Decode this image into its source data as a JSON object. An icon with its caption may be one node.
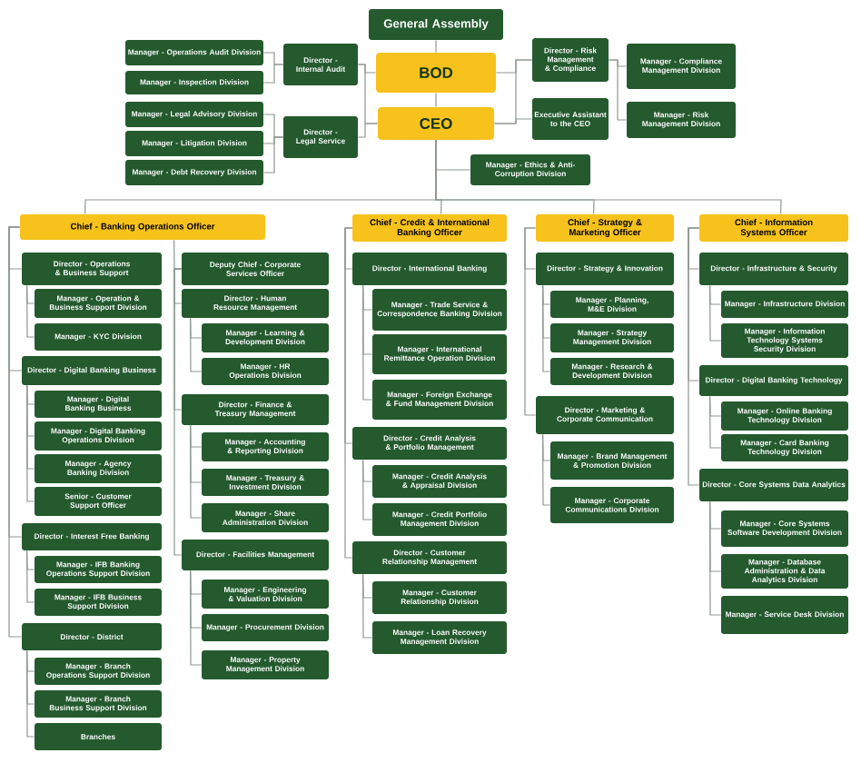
{
  "diagram": {
    "nodes": [
      {
        "text": [
          "General Assembly"
        ]
      },
      {
        "text": [
          "Manager - Operations Audit Division"
        ]
      },
      {
        "text": [
          "Director - Internal Audit"
        ]
      },
      {
        "text": [
          "BOD"
        ]
      },
      {
        "text": [
          "Director - Risk Management & Compliance"
        ]
      },
      {
        "text": [
          "Manager - Compliance Management Division"
        ]
      },
      {
        "text": [
          "Manager - Inspection Division"
        ]
      },
      {
        "text": [
          "CEO"
        ]
      },
      {
        "text": [
          "Manager - Legal Advisory Division"
        ]
      },
      {
        "text": [
          "Director - Legal Service"
        ]
      },
      {
        "text": [
          "Executive Assistant to the CEO"
        ]
      },
      {
        "text": [
          "Manager - Risk Management Division"
        ]
      },
      {
        "text": [
          "Manager - Litigation Division"
        ]
      },
      {
        "text": [
          "Manager - Debt Recovery Division"
        ]
      },
      {
        "text": [
          "Manager - Ethics & Anti-Corruption Division"
        ]
      },
      {
        "text": [
          "Chief - Banking Operations Officer"
        ]
      },
      {
        "text": [
          "Chief - Credit & International Banking Officer"
        ]
      },
      {
        "text": [
          "Chief - Strategy & Marketing Officer"
        ]
      },
      {
        "text": [
          "Chief - Information Systems Officer"
        ]
      },
      {
        "text": [
          "Director - Operations & Business Support"
        ]
      },
      {
        "text": [
          "Manager - Operation & Business Support Division"
        ]
      },
      {
        "text": [
          "Manager - KYC Division"
        ]
      },
      {
        "text": [
          "Director - Digital Banking Business"
        ]
      },
      {
        "text": [
          "Manager - Digital Banking Business"
        ]
      },
      {
        "text": [
          "Manager - Digital Banking Operations Division"
        ]
      },
      {
        "text": [
          "Manager - Agency Banking Division"
        ]
      },
      {
        "text": [
          "Senior - Customer Support Officer"
        ]
      },
      {
        "text": [
          "Director - Interest Free Banking"
        ]
      },
      {
        "text": [
          "Manager - IFB Banking Operations Support Division"
        ]
      },
      {
        "text": [
          "Manager - IFB Business Support Division"
        ]
      },
      {
        "text": [
          "Director - District"
        ]
      },
      {
        "text": [
          "Manager - Branch Operations Support Division"
        ]
      },
      {
        "text": [
          "Manager - Branch Business Support Division"
        ]
      },
      {
        "text": [
          "Branches"
        ]
      },
      {
        "text": [
          "Deputy Chief - Corporate Services Officer"
        ]
      },
      {
        "text": [
          "Director - Human Resource Management"
        ]
      },
      {
        "text": [
          "Manager - Learning & Development Division"
        ]
      },
      {
        "text": [
          "Manager - HR Operations Division"
        ]
      },
      {
        "text": [
          "Director - Finance & Treasury Management"
        ]
      },
      {
        "text": [
          "Manager - Accounting & Reporting Division"
        ]
      },
      {
        "text": [
          "Manager - Treasury & Investment Division"
        ]
      },
      {
        "text": [
          "Manager - Share Administration Division"
        ]
      },
      {
        "text": [
          "Director - Facilities Management"
        ]
      },
      {
        "text": [
          "Manager - Engineering & Valuation Division"
        ]
      },
      {
        "text": [
          "Manager - Procurement Division"
        ]
      },
      {
        "text": [
          "Manager - Property Management Division"
        ]
      },
      {
        "text": [
          "Director - International Banking"
        ]
      },
      {
        "text": [
          "Manager - Trade Service & Correspondence Banking Division"
        ]
      },
      {
        "text": [
          "Manager - International Remittance Operation Division"
        ]
      },
      {
        "text": [
          "Manager - Foreign Exchange & Fund Management Division"
        ]
      },
      {
        "text": [
          "Director - Credit Analysis & Portfolio Management"
        ]
      },
      {
        "text": [
          "Manager - Credit Analysis & Appraisal Division"
        ]
      },
      {
        "text": [
          "Manager - Credit Portfolio Management Division"
        ]
      },
      {
        "text": [
          "Director - Customer Relationship Management"
        ]
      },
      {
        "text": [
          "Manager - Customer Relationship Division"
        ]
      },
      {
        "text": [
          "Manager - Loan Recovery Management Division"
        ]
      },
      {
        "text": [
          "Director - Strategy & Innovation"
        ]
      },
      {
        "text": [
          "Manager - Planning, M&E Division"
        ]
      },
      {
        "text": [
          "Manager - Strategy Management Division"
        ]
      },
      {
        "text": [
          "Manager - Research & Development Division"
        ]
      },
      {
        "text": [
          "Director - Marketing & Corporate Communication"
        ]
      },
      {
        "text": [
          "Manager - Brand Management & Promotion Division"
        ]
      },
      {
        "text": [
          "Manager - Corporate Communications Division"
        ]
      },
      {
        "text": [
          "Director - Infrastructure & Security"
        ]
      },
      {
        "text": [
          "Manager - Infrastructure Division"
        ]
      },
      {
        "text": [
          "Manager - Information Technology Systems Security Division"
        ]
      },
      {
        "text": [
          "Director - Digital Banking Technology"
        ]
      },
      {
        "text": [
          "Manager - Online Banking Technology Division"
        ]
      },
      {
        "text": [
          "Manager - Card Banking Technology Division"
        ]
      },
      {
        "text": [
          "Director - Core Systems Data Analytics"
        ]
      },
      {
        "text": [
          "Manager - Core Systems Software Development Division"
        ]
      },
      {
        "text": [
          "Manager - Database Administration & Data Analytics Division"
        ]
      },
      {
        "text": [
          "Manager - Service Desk Division"
        ]
      }
    ],
    "edges": [
      {
        "from": 0,
        "to": 3,
        "arrow": "none"
      },
      {
        "from": 3,
        "to": 7,
        "arrow": "none"
      },
      {
        "from": 3,
        "to": 2,
        "arrow": "none"
      },
      {
        "from": 7,
        "to": 2,
        "arrow": "none"
      },
      {
        "from": 2,
        "to": 1,
        "arrow": "none"
      },
      {
        "from": 2,
        "to": 6,
        "arrow": "none"
      },
      {
        "from": 3,
        "to": 4,
        "arrow": "none"
      },
      {
        "from": 7,
        "to": 4,
        "arrow": "none"
      },
      {
        "from": 4,
        "to": 5,
        "arrow": "none"
      },
      {
        "from": 4,
        "to": 11,
        "arrow": "none"
      },
      {
        "from": 7,
        "to": 10,
        "arrow": "none"
      },
      {
        "from": 7,
        "to": 9,
        "arrow": "none"
      },
      {
        "from": 9,
        "to": 8,
        "arrow": "none"
      },
      {
        "from": 9,
        "to": 12,
        "arrow": "none"
      },
      {
        "from": 9,
        "to": 13,
        "arrow": "none"
      },
      {
        "from": 7,
        "to": 14,
        "arrow": "none"
      },
      {
        "from": 7,
        "to": 15,
        "arrow": "none"
      },
      {
        "from": 7,
        "to": 16,
        "arrow": "none"
      },
      {
        "from": 7,
        "to": 17,
        "arrow": "none"
      },
      {
        "from": 7,
        "to": 18,
        "arrow": "none"
      },
      {
        "from": 15,
        "to": 19,
        "arrow": "none"
      },
      {
        "from": 15,
        "to": 22,
        "arrow": "none"
      },
      {
        "from": 15,
        "to": 27,
        "arrow": "none"
      },
      {
        "from": 15,
        "to": 30,
        "arrow": "none"
      },
      {
        "from": 19,
        "to": 20,
        "arrow": "none"
      },
      {
        "from": 19,
        "to": 21,
        "arrow": "none"
      },
      {
        "from": 22,
        "to": 23,
        "arrow": "none"
      },
      {
        "from": 22,
        "to": 24,
        "arrow": "none"
      },
      {
        "from": 22,
        "to": 25,
        "arrow": "none"
      },
      {
        "from": 22,
        "to": 26,
        "arrow": "none"
      },
      {
        "from": 27,
        "to": 28,
        "arrow": "none"
      },
      {
        "from": 27,
        "to": 29,
        "arrow": "none"
      },
      {
        "from": 30,
        "to": 31,
        "arrow": "none"
      },
      {
        "from": 30,
        "to": 32,
        "arrow": "none"
      },
      {
        "from": 30,
        "to": 33,
        "arrow": "none"
      },
      {
        "from": 15,
        "to": 34,
        "arrow": "none"
      },
      {
        "from": 34,
        "to": 35,
        "arrow": "none"
      },
      {
        "from": 34,
        "to": 38,
        "arrow": "none"
      },
      {
        "from": 34,
        "to": 42,
        "arrow": "none"
      },
      {
        "from": 35,
        "to": 36,
        "arrow": "none"
      },
      {
        "from": 35,
        "to": 37,
        "arrow": "none"
      },
      {
        "from": 38,
        "to": 39,
        "arrow": "none"
      },
      {
        "from": 38,
        "to": 40,
        "arrow": "none"
      },
      {
        "from": 38,
        "to": 41,
        "arrow": "none"
      },
      {
        "from": 42,
        "to": 43,
        "arrow": "none"
      },
      {
        "from": 42,
        "to": 44,
        "arrow": "none"
      },
      {
        "from": 42,
        "to": 45,
        "arrow": "none"
      },
      {
        "from": 16,
        "to": 46,
        "arrow": "none"
      },
      {
        "from": 16,
        "to": 50,
        "arrow": "none"
      },
      {
        "from": 16,
        "to": 53,
        "arrow": "none"
      },
      {
        "from": 46,
        "to": 47,
        "arrow": "none"
      },
      {
        "from": 46,
        "to": 48,
        "arrow": "none"
      },
      {
        "from": 46,
        "to": 49,
        "arrow": "none"
      },
      {
        "from": 50,
        "to": 51,
        "arrow": "none"
      },
      {
        "from": 50,
        "to": 52,
        "arrow": "none"
      },
      {
        "from": 53,
        "to": 54,
        "arrow": "none"
      },
      {
        "from": 53,
        "to": 55,
        "arrow": "none"
      },
      {
        "from": 17,
        "to": 56,
        "arrow": "none"
      },
      {
        "from": 17,
        "to": 60,
        "arrow": "none"
      },
      {
        "from": 56,
        "to": 57,
        "arrow": "none"
      },
      {
        "from": 56,
        "to": 58,
        "arrow": "none"
      },
      {
        "from": 56,
        "to": 59,
        "arrow": "none"
      },
      {
        "from": 60,
        "to": 61,
        "arrow": "none"
      },
      {
        "from": 60,
        "to": 62,
        "arrow": "none"
      },
      {
        "from": 18,
        "to": 63,
        "arrow": "none"
      },
      {
        "from": 18,
        "to": 66,
        "arrow": "none"
      },
      {
        "from": 18,
        "to": 69,
        "arrow": "none"
      },
      {
        "from": 63,
        "to": 64,
        "arrow": "none"
      },
      {
        "from": 63,
        "to": 65,
        "arrow": "none"
      },
      {
        "from": 66,
        "to": 67,
        "arrow": "none"
      },
      {
        "from": 66,
        "to": 68,
        "arrow": "none"
      },
      {
        "from": 69,
        "to": 70,
        "arrow": "none"
      },
      {
        "from": 69,
        "to": 71,
        "arrow": "none"
      },
      {
        "from": 69,
        "to": 72,
        "arrow": "none"
      }
    ]
  }
}
